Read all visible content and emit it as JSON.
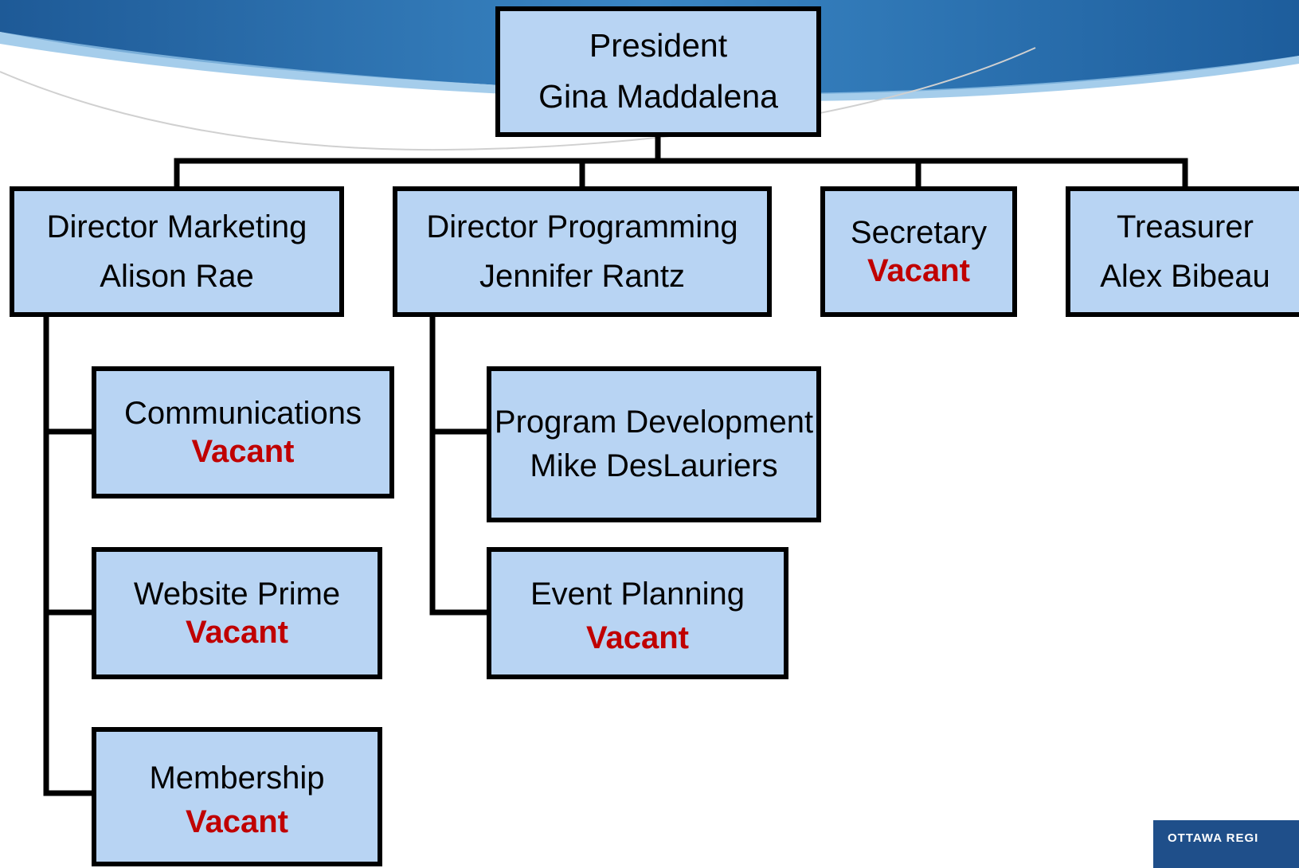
{
  "org_chart": {
    "president": {
      "role": "President",
      "name": "Gina Maddalena"
    },
    "director_marketing": {
      "role": "Director Marketing",
      "name": "Alison Rae",
      "reports": [
        {
          "role": "Communications",
          "name": "Vacant"
        },
        {
          "role": "Website Prime",
          "name": "Vacant"
        },
        {
          "role": "Membership",
          "name": "Vacant"
        }
      ]
    },
    "director_programming": {
      "role": "Director Programming",
      "name": "Jennifer Rantz",
      "reports": [
        {
          "role": "Program Development",
          "name": "Mike DesLauriers"
        },
        {
          "role": "Event Planning",
          "name": "Vacant"
        }
      ]
    },
    "secretary": {
      "role": "Secretary",
      "name": "Vacant"
    },
    "treasurer": {
      "role": "Treasurer",
      "name": "Alex Bibeau"
    }
  },
  "logo_text": "OTTAWA REGI",
  "colors": {
    "box_fill": "#b8d4f3",
    "border": "#000000",
    "vacant_text": "#c00000",
    "header_blue": "#2e6fad"
  }
}
